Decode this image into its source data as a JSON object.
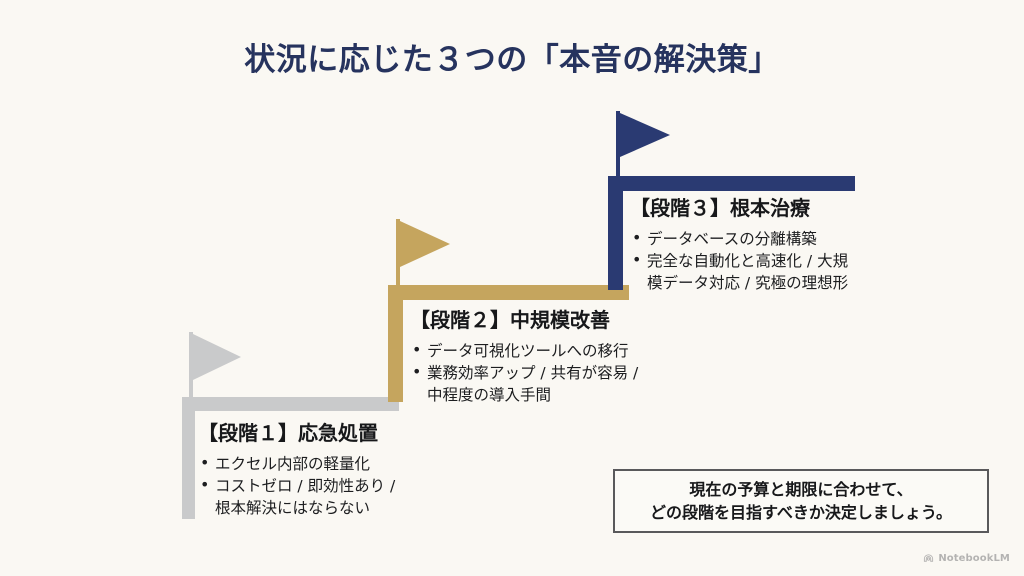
{
  "slide": {
    "title": "状況に応じた３つの「本音の解決策」",
    "background_color": "#faf8f3"
  },
  "stages": [
    {
      "id": "stage1",
      "heading": "【段階１】応急処置",
      "color": "#c9cacb",
      "color_name": "gray",
      "flag_icon": "flag-icon",
      "bullets": [
        "エクセル内部の軽量化",
        "コストゼロ / 即効性あり /\n根本解決にはならない"
      ]
    },
    {
      "id": "stage2",
      "heading": "【段階２】中規模改善",
      "color": "#c5a55e",
      "color_name": "gold",
      "flag_icon": "flag-icon",
      "bullets": [
        "データ可視化ツールへの移行",
        "業務効率アップ / 共有が容易 /\n中程度の導入手間"
      ]
    },
    {
      "id": "stage3",
      "heading": "【段階３】根本治療",
      "color": "#2a3a72",
      "color_name": "navy",
      "flag_icon": "flag-icon",
      "bullets": [
        "データベースの分離構築",
        "完全な自動化と高速化 / 大規\n模データ対応 / 究極の理想形"
      ]
    }
  ],
  "callout": {
    "text": "現在の予算と期限に合わせて、\nどの段階を目指すべきか決定しましょう。",
    "border_color": "#59595b"
  },
  "watermark": {
    "label": "NotebookLM",
    "icon": "notebooklm-icon"
  }
}
